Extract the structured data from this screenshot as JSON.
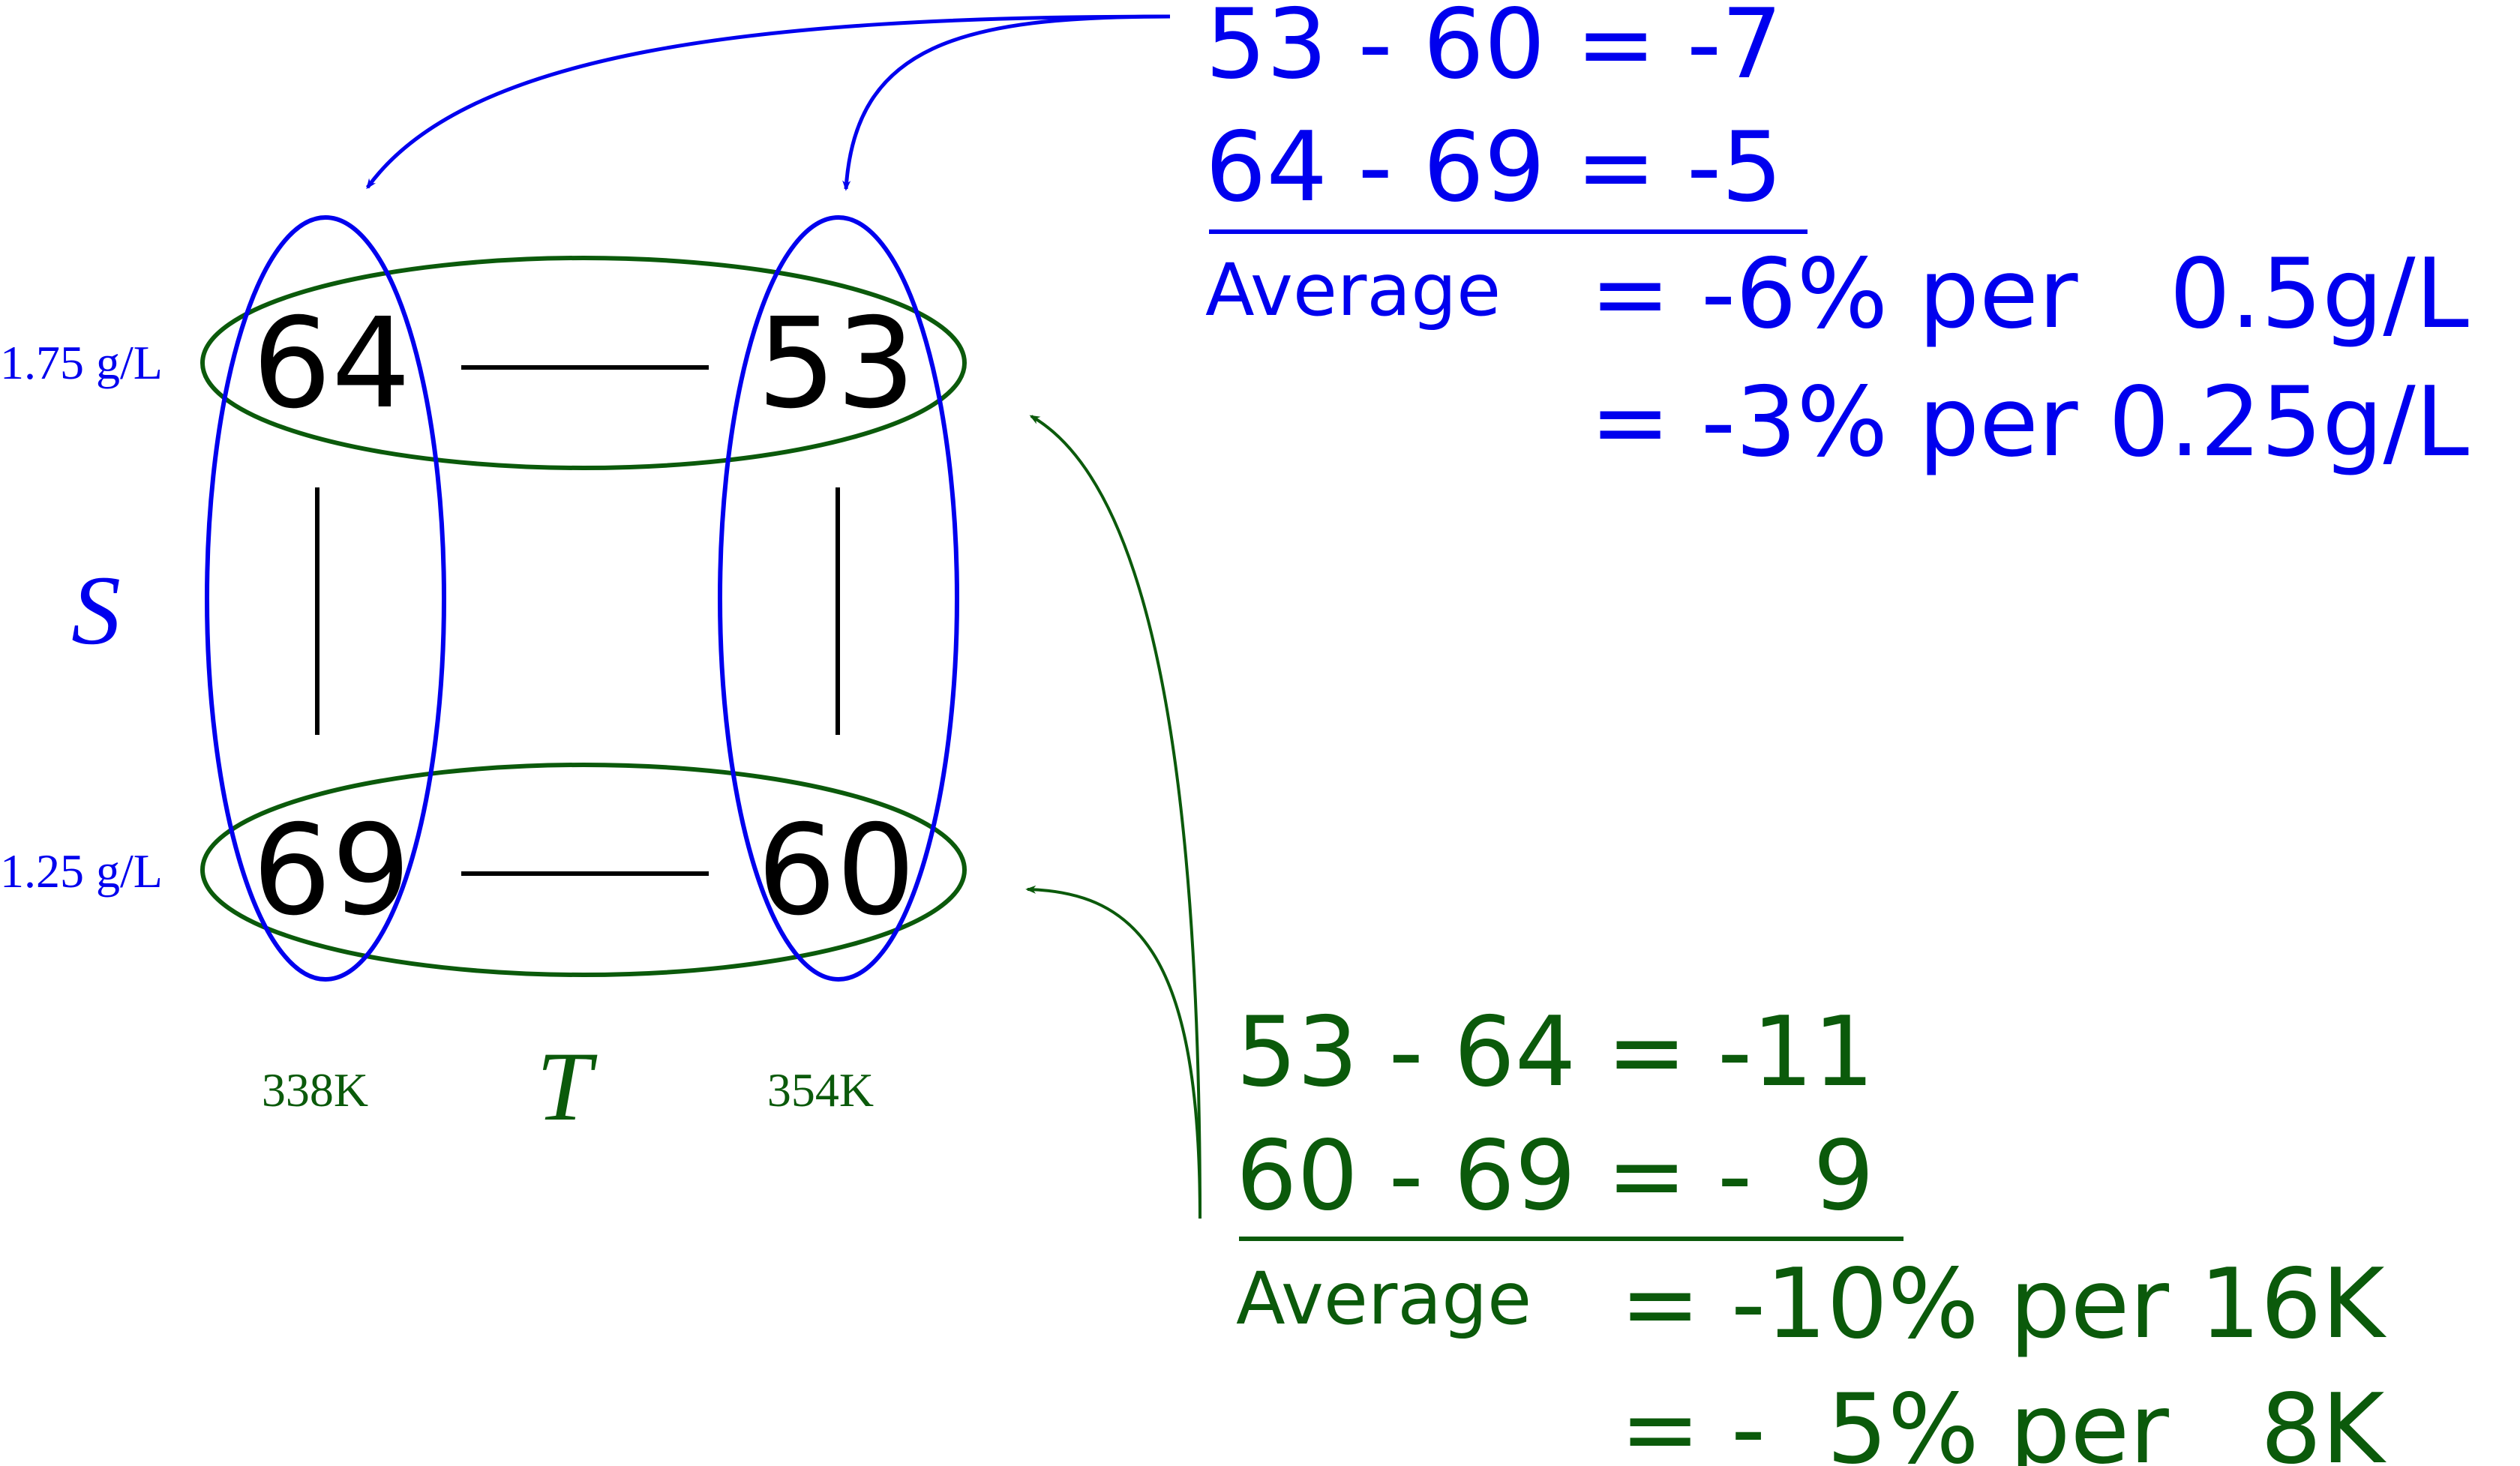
{
  "colors": {
    "blue": "#0000ee",
    "green": "#0b5a0b",
    "black": "#000000"
  },
  "grid": {
    "top_left": "64",
    "top_right": "53",
    "bottom_left": "69",
    "bottom_right": "60"
  },
  "s_axis": {
    "label": "S",
    "top_value": "1.75 g/L",
    "bottom_value": "1.25 g/L"
  },
  "t_axis": {
    "label": "T",
    "left_value": "338K",
    "right_value": "354K"
  },
  "blue_calc": {
    "line1": "53 - 60 = -7",
    "line2": "64 - 69 = -5",
    "average_label": "Average",
    "result1": "= -6% per   0.5g/L",
    "result2": "= -3% per 0.25g/L"
  },
  "green_calc": {
    "line1": "53 - 64 = -11",
    "line2": "60 - 69 = -  9",
    "average_label": "Average",
    "result1": "= -10% per 16K",
    "result2": "= -  5% per   8K"
  }
}
